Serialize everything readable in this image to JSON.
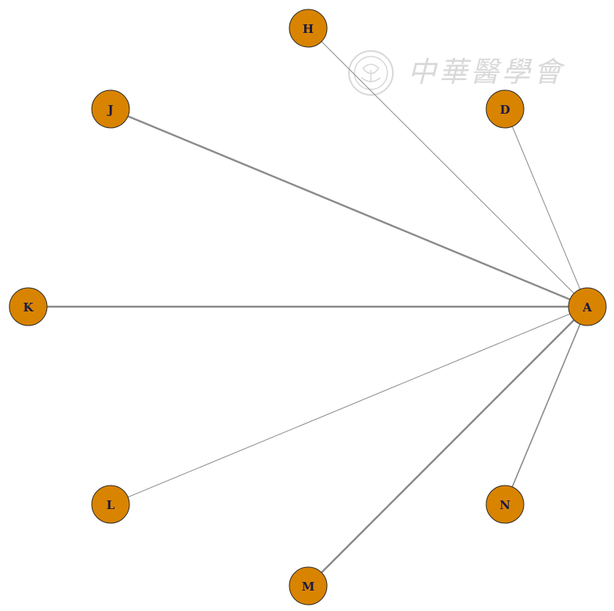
{
  "diagram": {
    "type": "network-star",
    "node_color": "#d98400",
    "edge_color": "#8a8a8a",
    "label_color": "#1a1a40",
    "nodes": [
      {
        "id": "A",
        "label": "A"
      },
      {
        "id": "H",
        "label": "H"
      },
      {
        "id": "D",
        "label": "D"
      },
      {
        "id": "J",
        "label": "J"
      },
      {
        "id": "K",
        "label": "K"
      },
      {
        "id": "L",
        "label": "L"
      },
      {
        "id": "M",
        "label": "M"
      },
      {
        "id": "N",
        "label": "N"
      }
    ],
    "edges": [
      {
        "from": "A",
        "to": "H",
        "weight": "thin"
      },
      {
        "from": "A",
        "to": "D",
        "weight": "thin"
      },
      {
        "from": "A",
        "to": "J",
        "weight": "thick"
      },
      {
        "from": "A",
        "to": "K",
        "weight": "thick"
      },
      {
        "from": "A",
        "to": "L",
        "weight": "thin"
      },
      {
        "from": "A",
        "to": "M",
        "weight": "thick"
      },
      {
        "from": "A",
        "to": "N",
        "weight": "medium"
      }
    ]
  },
  "watermark": {
    "text": "中華醫學會",
    "icon": "society-seal-icon",
    "color": "#d8d8d8"
  }
}
